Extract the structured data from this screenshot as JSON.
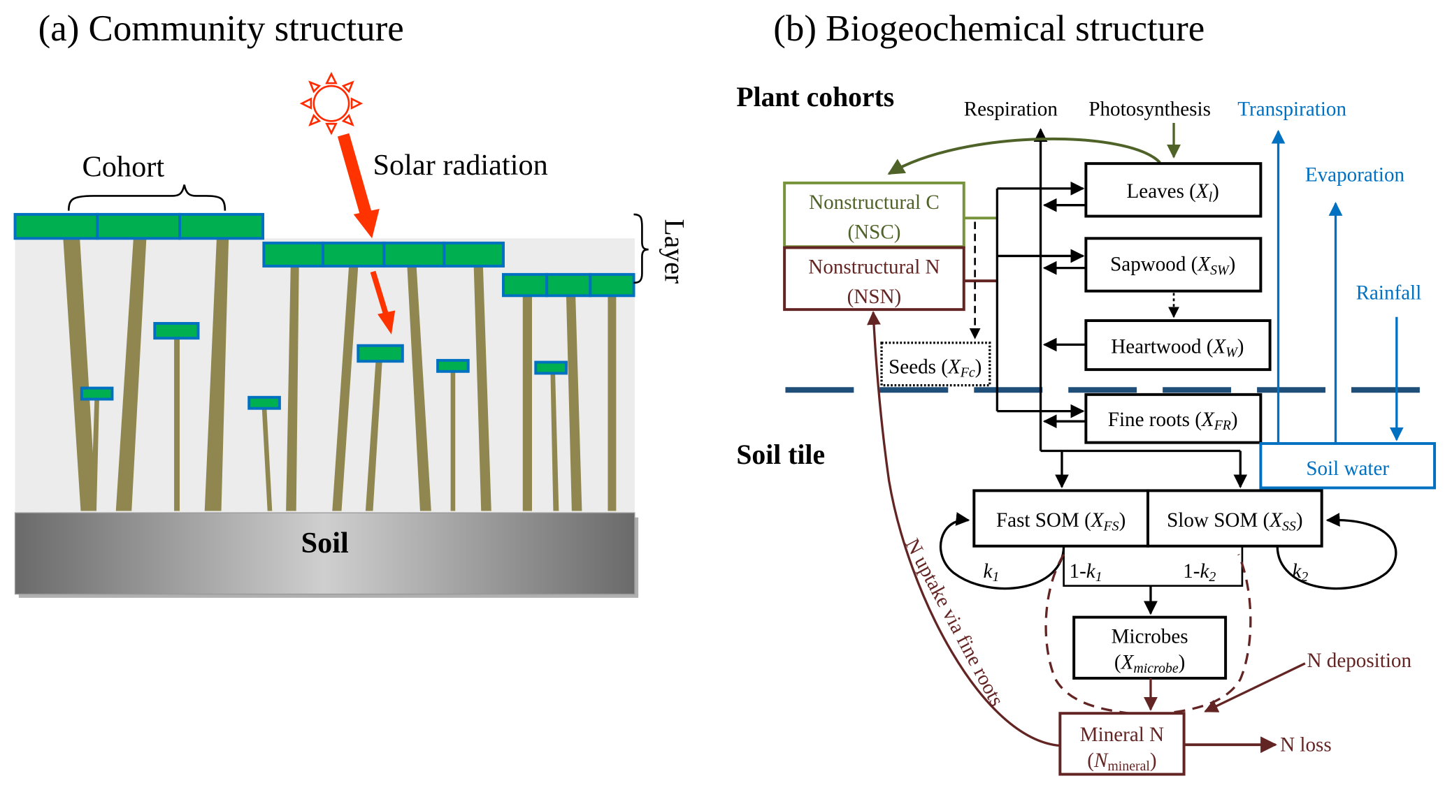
{
  "panel_a": {
    "title": "(a) Community structure",
    "cohort_label": "Cohort",
    "solar_label": "Solar radiation",
    "layer_label": "Layer",
    "soil_label": "Soil"
  },
  "panel_b": {
    "title": "(b) Biogeochemical structure",
    "plant_cohorts": "Plant cohorts",
    "soil_tile": "Soil tile",
    "respiration": "Respiration",
    "photosynthesis": "Photosynthesis",
    "transpiration": "Transpiration",
    "evaporation": "Evaporation",
    "rainfall": "Rainfall",
    "nsc_line1": "Nonstructural C",
    "nsc_line2": "(NSC)",
    "nsn_line1": "Nonstructural N",
    "nsn_line2": "(NSN)",
    "seeds": "Seeds (",
    "seeds_var": "X",
    "seeds_sub": "Fc",
    "leaves": "Leaves (",
    "leaves_var": "X",
    "leaves_sub": "l",
    "sapwood": "Sapwood (",
    "sapwood_var": "X",
    "sapwood_sub": "SW",
    "heartwood": "Heartwood (",
    "heartwood_var": "X",
    "heartwood_sub": "W",
    "fineroots": "Fine roots (",
    "fineroots_var": "X",
    "fineroots_sub": "FR",
    "soil_water": "Soil water",
    "fast_som": "Fast SOM (",
    "fast_var": "X",
    "fast_sub": "FS",
    "slow_som": "Slow SOM (",
    "slow_var": "X",
    "slow_sub": "SS",
    "k1": "k",
    "k1_sub": "1",
    "k2": "k",
    "k2_sub": "2",
    "one_minus": "1-",
    "microbes": "Microbes",
    "microbe_var": "X",
    "microbe_sub": "microbe",
    "mineral_n": "Mineral N",
    "mineral_var": "N",
    "mineral_sub": "mineral",
    "n_deposition": "N deposition",
    "n_loss": "N loss",
    "n_uptake": "N uptake via fine roots",
    "close_paren": ")",
    "open_paren": "("
  },
  "colors": {
    "canopy_fill": "#00b050",
    "canopy_stroke": "#0070c0",
    "trunk": "#8f874f",
    "sun": "#ff2b00",
    "arrow_red": "#ff3300",
    "nsc_green": "#6b8e23",
    "photo_green": "#4f6228",
    "nitrogen": "#632523",
    "water_blue": "#0070c0",
    "dash_blue": "#1f4e79"
  }
}
